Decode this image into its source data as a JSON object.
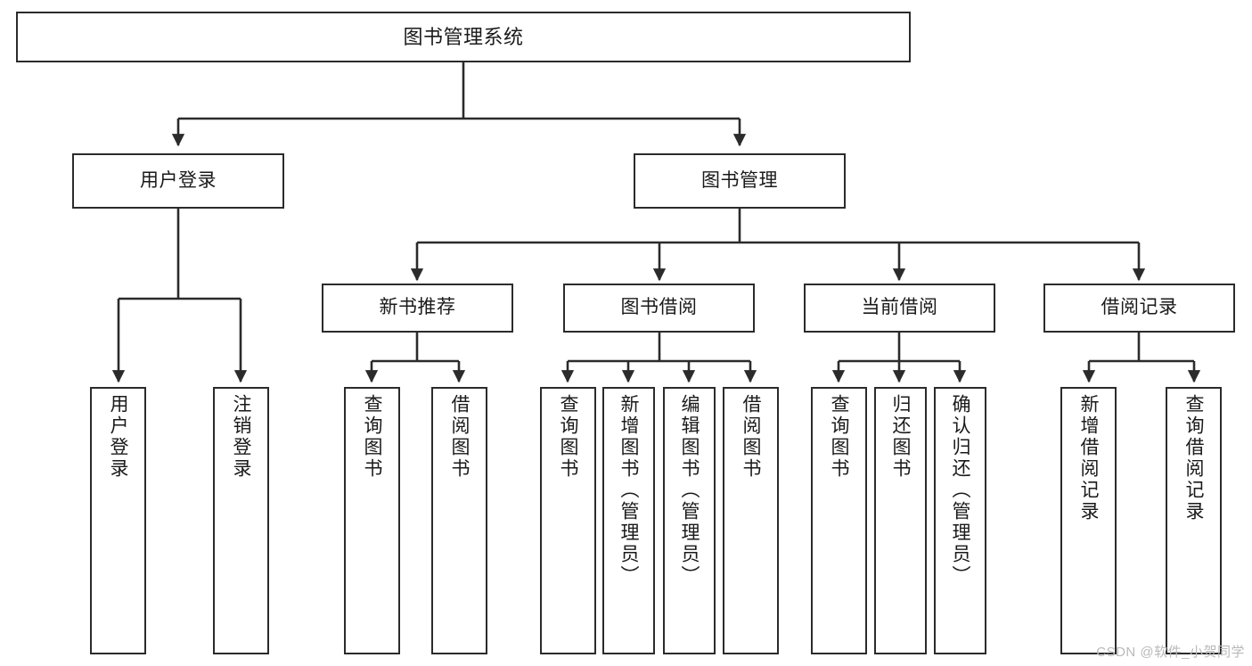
{
  "diagram": {
    "title": "图书管理系统",
    "type": "tree-hierarchy-chart",
    "stroke_color": "#2b2b2b",
    "fill_color": "#ffffff",
    "watermark": "CSDN @软件_小贺同学"
  },
  "root": {
    "label": "图书管理系统"
  },
  "level2": [
    {
      "label": "用户登录"
    },
    {
      "label": "图书管理"
    }
  ],
  "level3": [
    {
      "label": "新书推荐"
    },
    {
      "label": "图书借阅"
    },
    {
      "label": "当前借阅"
    },
    {
      "label": "借阅记录"
    }
  ],
  "leaves": {
    "user_login": [
      {
        "label": "用户登录"
      },
      {
        "label": "注销登录"
      }
    ],
    "new_book_recommend": [
      {
        "label": "查询图书"
      },
      {
        "label": "借阅图书"
      }
    ],
    "book_borrow": [
      {
        "label": "查询图书"
      },
      {
        "label": "新增图书（管理员）"
      },
      {
        "label": "编辑图书（管理员）"
      },
      {
        "label": "借阅图书"
      }
    ],
    "current_borrow": [
      {
        "label": "查询图书"
      },
      {
        "label": "归还图书"
      },
      {
        "label": "确认归还（管理员）"
      }
    ],
    "borrow_record": [
      {
        "label": "新增借阅记录"
      },
      {
        "label": "查询借阅记录"
      }
    ]
  }
}
